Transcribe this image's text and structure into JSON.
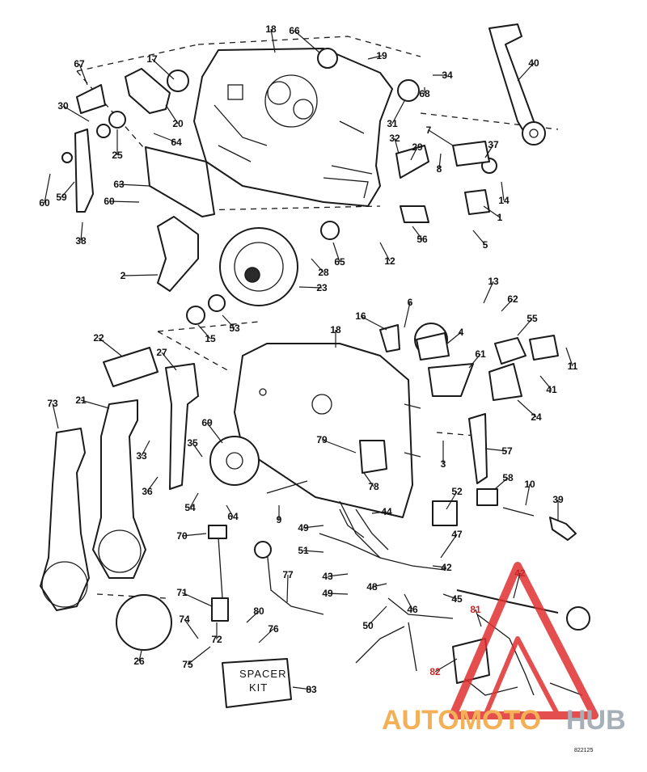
{
  "callouts": [
    {
      "id": "c1",
      "text": "1"
    },
    {
      "id": "c2",
      "text": "2"
    },
    {
      "id": "c3",
      "text": "3"
    },
    {
      "id": "c4",
      "text": "4"
    },
    {
      "id": "c5",
      "text": "5"
    },
    {
      "id": "c6",
      "text": "6"
    },
    {
      "id": "c7",
      "text": "7"
    },
    {
      "id": "c8",
      "text": "8"
    },
    {
      "id": "c9",
      "text": "9"
    },
    {
      "id": "c10",
      "text": "10"
    },
    {
      "id": "c11",
      "text": "11"
    },
    {
      "id": "c12",
      "text": "12"
    },
    {
      "id": "c13",
      "text": "13"
    },
    {
      "id": "c14",
      "text": "14"
    },
    {
      "id": "c15",
      "text": "15"
    },
    {
      "id": "c16",
      "text": "16"
    },
    {
      "id": "c17",
      "text": "17"
    },
    {
      "id": "c18a",
      "text": "18"
    },
    {
      "id": "c18b",
      "text": "18"
    },
    {
      "id": "c19",
      "text": "19"
    },
    {
      "id": "c20",
      "text": "20"
    },
    {
      "id": "c21",
      "text": "21"
    },
    {
      "id": "c22",
      "text": "22"
    },
    {
      "id": "c23",
      "text": "23"
    },
    {
      "id": "c24",
      "text": "24"
    },
    {
      "id": "c25",
      "text": "25"
    },
    {
      "id": "c26",
      "text": "26"
    },
    {
      "id": "c27",
      "text": "27"
    },
    {
      "id": "c28",
      "text": "28"
    },
    {
      "id": "c29",
      "text": "29"
    },
    {
      "id": "c30",
      "text": "30"
    },
    {
      "id": "c31",
      "text": "31"
    },
    {
      "id": "c32",
      "text": "32"
    },
    {
      "id": "c33",
      "text": "33"
    },
    {
      "id": "c34",
      "text": "34"
    },
    {
      "id": "c35",
      "text": "35"
    },
    {
      "id": "c36",
      "text": "36"
    },
    {
      "id": "c37",
      "text": "37"
    },
    {
      "id": "c38",
      "text": "38"
    },
    {
      "id": "c39",
      "text": "39"
    },
    {
      "id": "c40",
      "text": "40"
    },
    {
      "id": "c41",
      "text": "41"
    },
    {
      "id": "c42a",
      "text": "42"
    },
    {
      "id": "c42b",
      "text": "42"
    },
    {
      "id": "c43",
      "text": "43"
    },
    {
      "id": "c44",
      "text": "44"
    },
    {
      "id": "c45",
      "text": "45"
    },
    {
      "id": "c46",
      "text": "46"
    },
    {
      "id": "c47",
      "text": "47"
    },
    {
      "id": "c48",
      "text": "48"
    },
    {
      "id": "c49a",
      "text": "49"
    },
    {
      "id": "c49b",
      "text": "49"
    },
    {
      "id": "c50",
      "text": "50"
    },
    {
      "id": "c51",
      "text": "51"
    },
    {
      "id": "c52",
      "text": "52"
    },
    {
      "id": "c53",
      "text": "53"
    },
    {
      "id": "c54",
      "text": "54"
    },
    {
      "id": "c55",
      "text": "55"
    },
    {
      "id": "c56",
      "text": "56"
    },
    {
      "id": "c57",
      "text": "57"
    },
    {
      "id": "c58",
      "text": "58"
    },
    {
      "id": "c59",
      "text": "59"
    },
    {
      "id": "c60a",
      "text": "60"
    },
    {
      "id": "c60b",
      "text": "60"
    },
    {
      "id": "c61",
      "text": "61"
    },
    {
      "id": "c62",
      "text": "62"
    },
    {
      "id": "c63",
      "text": "63"
    },
    {
      "id": "c64a",
      "text": "64"
    },
    {
      "id": "c64b",
      "text": "64"
    },
    {
      "id": "c65",
      "text": "65"
    },
    {
      "id": "c66",
      "text": "66"
    },
    {
      "id": "c67",
      "text": "67"
    },
    {
      "id": "c68",
      "text": "68"
    },
    {
      "id": "c69",
      "text": "69"
    },
    {
      "id": "c70",
      "text": "70"
    },
    {
      "id": "c71",
      "text": "71"
    },
    {
      "id": "c72",
      "text": "72"
    },
    {
      "id": "c73",
      "text": "73"
    },
    {
      "id": "c74",
      "text": "74"
    },
    {
      "id": "c75",
      "text": "75"
    },
    {
      "id": "c76",
      "text": "76"
    },
    {
      "id": "c77",
      "text": "77"
    },
    {
      "id": "c78",
      "text": "78"
    },
    {
      "id": "c79",
      "text": "79"
    },
    {
      "id": "c80",
      "text": "80"
    },
    {
      "id": "c81",
      "text": "81"
    },
    {
      "id": "c82",
      "text": "82"
    },
    {
      "id": "c83",
      "text": "83"
    }
  ],
  "spacer_kit": {
    "line1": "SPACER",
    "line2": "KIT"
  },
  "figure_code": "822125",
  "watermark": {
    "part1": "AUTOMOTO",
    "part2": "HUB"
  },
  "colors": {
    "watermark_orange": "#f2a33a",
    "watermark_gray": "#9aa3ab",
    "watermark_red": "#e03030",
    "callout_red": "#c62828"
  }
}
